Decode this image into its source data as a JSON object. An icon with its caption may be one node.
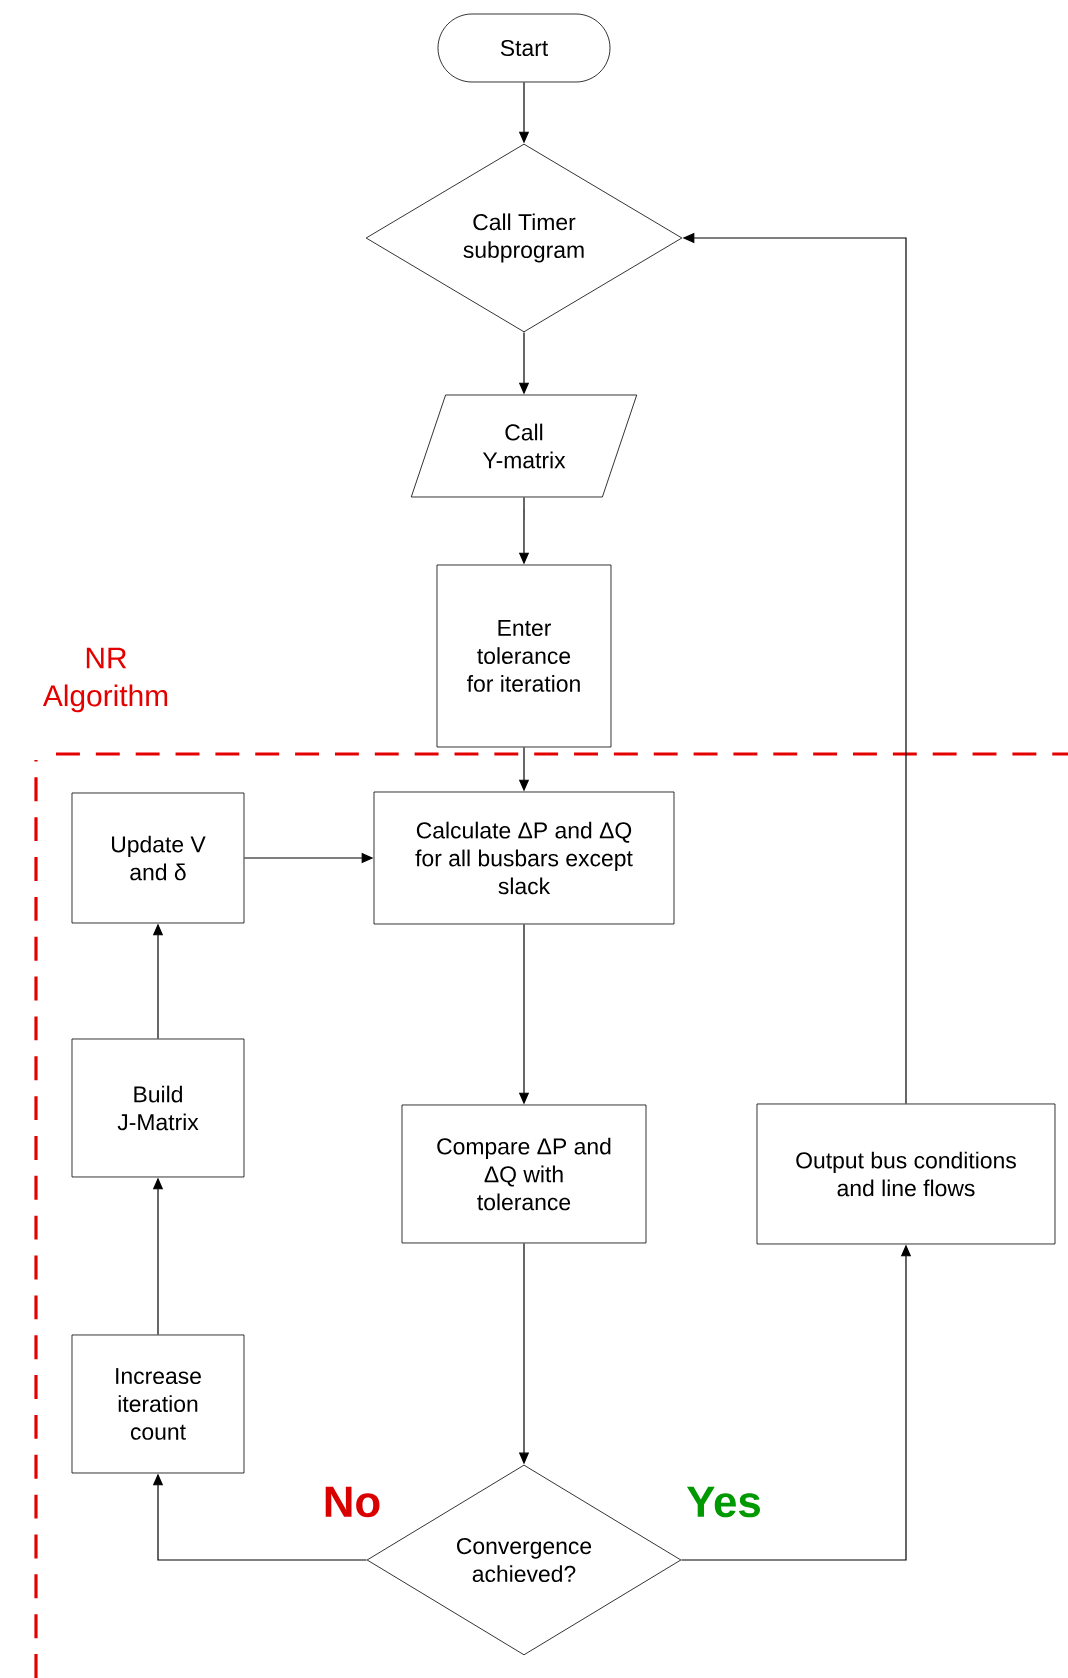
{
  "diagram": {
    "nodes": [
      {
        "text": [
          "Start"
        ]
      },
      {
        "text": [
          "Call Timer subprogram"
        ]
      },
      {
        "text": [
          "Call Y-matrix"
        ]
      },
      {
        "text": [
          "Enter tolerance for iteration"
        ]
      },
      {
        "text": [
          "Calculate ΔP and ΔQ for all busbars except slack"
        ]
      },
      {
        "text": [
          "Update V and δ"
        ]
      },
      {
        "text": [
          "Build J-Matrix"
        ]
      },
      {
        "text": [
          "Compare ΔP and ΔQ with tolerance"
        ]
      },
      {
        "text": [
          "Output bus conditions and line flows"
        ]
      },
      {
        "text": [
          "Increase iteration count"
        ]
      },
      {
        "text": [
          "Convergence achieved?"
        ]
      }
    ],
    "edges": [
      {
        "from": 0,
        "to": 1,
        "arrow": "to"
      },
      {
        "from": 1,
        "to": 2,
        "arrow": "to"
      },
      {
        "from": 2,
        "to": 3,
        "arrow": "to"
      },
      {
        "from": 3,
        "to": 4,
        "arrow": "to"
      },
      {
        "from": 4,
        "to": 7,
        "arrow": "to"
      },
      {
        "from": 7,
        "to": 10,
        "arrow": "to"
      },
      {
        "from": 10,
        "to": 9,
        "arrow": "to",
        "label": "No"
      },
      {
        "from": 9,
        "to": 6,
        "arrow": "to"
      },
      {
        "from": 6,
        "to": 5,
        "arrow": "to"
      },
      {
        "from": 5,
        "to": 4,
        "arrow": "to"
      },
      {
        "from": 10,
        "to": 8,
        "arrow": "to",
        "label": "Yes"
      },
      {
        "from": 8,
        "to": 1,
        "arrow": "to"
      }
    ],
    "labels": [
      "NR Algorithm"
    ]
  }
}
